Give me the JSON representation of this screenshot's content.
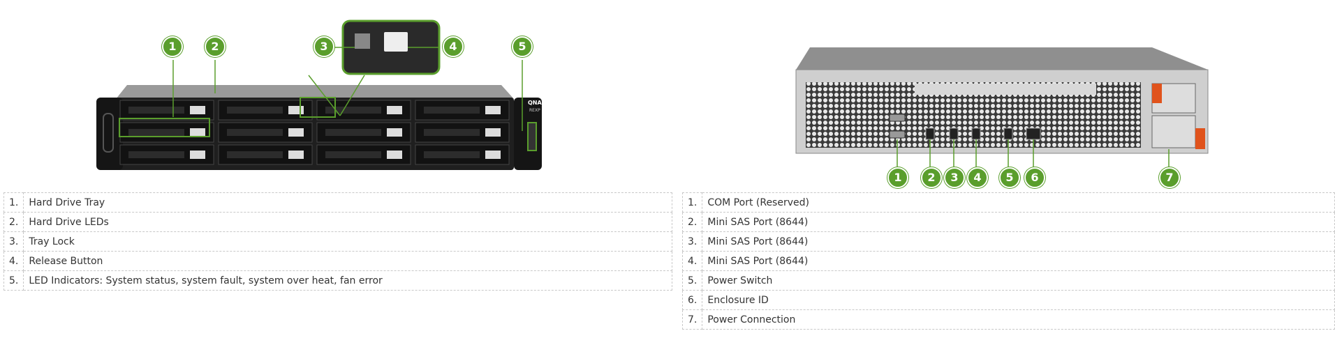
{
  "device": {
    "brand_label": "QNAP",
    "model_label": "REXP"
  },
  "front": {
    "callouts": [
      "1",
      "2",
      "3",
      "4",
      "5"
    ],
    "items": [
      {
        "num": "1.",
        "label": "Hard Drive Tray"
      },
      {
        "num": "2.",
        "label": "Hard Drive LEDs"
      },
      {
        "num": "3.",
        "label": "Tray Lock"
      },
      {
        "num": "4.",
        "label": "Release Button"
      },
      {
        "num": "5.",
        "label": "LED Indicators: System status, system fault, system over heat, fan error"
      }
    ]
  },
  "rear": {
    "callouts": [
      "1",
      "2",
      "3",
      "4",
      "5",
      "6",
      "7"
    ],
    "items": [
      {
        "num": "1.",
        "label": "COM Port (Reserved)"
      },
      {
        "num": "2.",
        "label": "Mini SAS Port (8644)"
      },
      {
        "num": "3.",
        "label": "Mini SAS Port (8644)"
      },
      {
        "num": "4.",
        "label": "Mini SAS Port (8644)"
      },
      {
        "num": "5.",
        "label": "Power Switch"
      },
      {
        "num": "6.",
        "label": "Enclosure ID"
      },
      {
        "num": "7.",
        "label": "Power Connection"
      }
    ]
  },
  "colors": {
    "accent": "#5a9e2c",
    "chassis": "#222222",
    "panel": "#d8d8d8",
    "orange": "#e0531c"
  }
}
